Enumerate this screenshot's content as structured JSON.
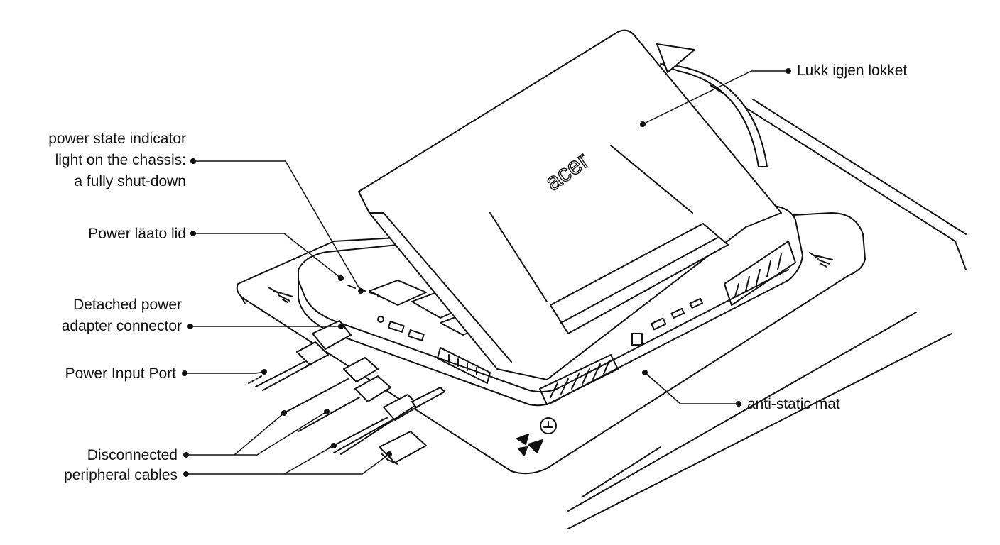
{
  "labels": {
    "lid": "Lukk igjen lokket",
    "indicator_line1": "power state indicator",
    "indicator_line2": "light on the chassis:",
    "indicator_line3": "a fully shut-down",
    "power_lid": "Power läato lid",
    "adapter_line1": "Detached power",
    "adapter_line2": "adapter connector",
    "input_port": "Power Input Port",
    "cables_line1": "Disconnected",
    "cables_line2": "peripheral cables",
    "mat": "anti-static mat"
  },
  "logo_text": "acer",
  "colors": {
    "ink": "#111111",
    "paper": "#ffffff"
  }
}
